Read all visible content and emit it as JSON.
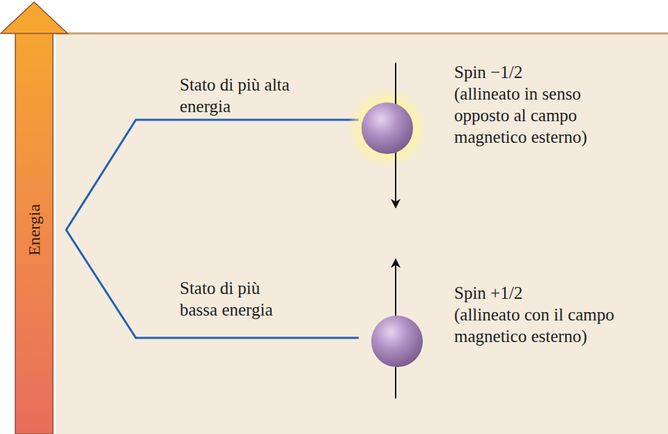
{
  "diagram": {
    "labels": [
      "Energia",
      "Stato di più alta energia",
      "Spin −1/2",
      "(allineato in senso opposto al campo magnetico esterno)",
      "Stato di più bassa energia",
      "Spin +1/2",
      "(allineato con il campo magnetico esterno)"
    ]
  }
}
